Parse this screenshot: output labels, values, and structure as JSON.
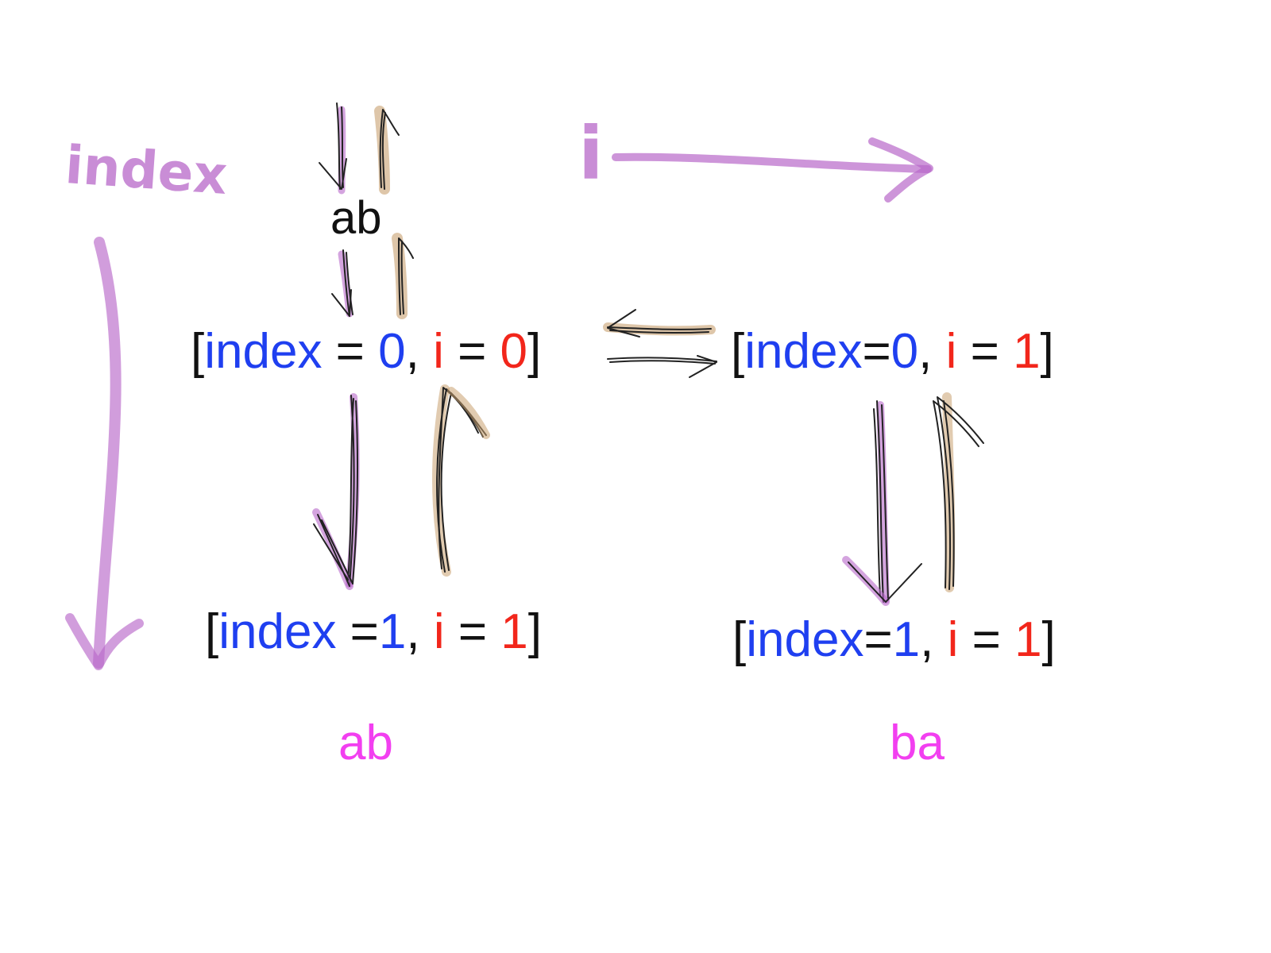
{
  "root_label": "ab",
  "axis_labels": {
    "vertical": "index",
    "horizontal": "i"
  },
  "states": {
    "s00": {
      "open": "[",
      "index_text": "index",
      "eq1": " = ",
      "index_value": "0",
      "sep": ", ",
      "i_text": "i",
      "eq2": " = ",
      "i_value": "0",
      "close": "]"
    },
    "s01": {
      "open": "[",
      "index_text": "index",
      "eq1": "=",
      "index_value": "0",
      "sep": ",  ",
      "i_text": "i",
      "eq2": " = ",
      "i_value": "1",
      "close": "]"
    },
    "s10": {
      "open": "[",
      "index_text": "index",
      "eq1": " =",
      "index_value": "1",
      "sep": ", ",
      "i_text": "i",
      "eq2": " = ",
      "i_value": "1",
      "close": "]"
    },
    "s11": {
      "open": "[",
      "index_text": "index",
      "eq1": "=",
      "index_value": "1",
      "sep": ", ",
      "i_text": "i",
      "eq2": " = ",
      "i_value": "1",
      "close": "]"
    }
  },
  "results": {
    "left": "ab",
    "right": "ba"
  },
  "colors": {
    "index": "#1f3ff0",
    "i": "#f2261b",
    "bracket": "#111111",
    "result": "#f23ff0",
    "pen_purple": "#b868c9",
    "pen_tan": "#c8a070",
    "pen_black": "#222222"
  }
}
